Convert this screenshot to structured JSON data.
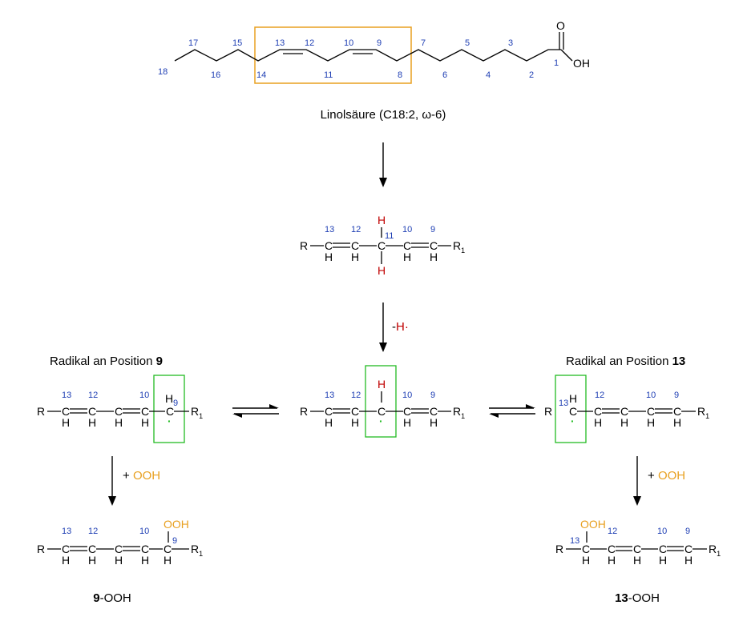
{
  "top": {
    "name": "Linolsäure (C18:2, ω-6)",
    "oh": "OH",
    "o": "O",
    "carbons": [
      "18",
      "17",
      "16",
      "15",
      "14",
      "13",
      "12",
      "11",
      "10",
      "9",
      "8",
      "7",
      "6",
      "5",
      "4",
      "3",
      "2",
      "1"
    ]
  },
  "atoms": {
    "R": "R",
    "C": "C",
    "H": "H",
    "R1": "R",
    "sub1": "1",
    "dot": "·",
    "OOH": "OOH"
  },
  "step1": {
    "numbers": [
      "13",
      "12",
      "11",
      "10",
      "9"
    ]
  },
  "abstraction": {
    "label_minus": "-",
    "label_h": "H·"
  },
  "left": {
    "title_prefix": "Radikal an Position ",
    "title_bold": "9",
    "numbers": [
      "13",
      "12",
      "10",
      "9"
    ],
    "add_plus": "+ ",
    "add_ooh": "OOH",
    "product_numbers": [
      "13",
      "12",
      "10",
      "9"
    ],
    "product_bold": "9",
    "product_suffix": "-OOH"
  },
  "center": {
    "numbers": [
      "13",
      "12",
      "10",
      "9"
    ]
  },
  "right": {
    "title_prefix": "Radikal an Position ",
    "title_bold": "13",
    "numbers": [
      "13",
      "12",
      "10",
      "9"
    ],
    "add_plus": "+ ",
    "add_ooh": "OOH",
    "product_numbers": [
      "13",
      "12",
      "10",
      "9"
    ],
    "product_bold": "13",
    "product_suffix": "-OOH"
  }
}
